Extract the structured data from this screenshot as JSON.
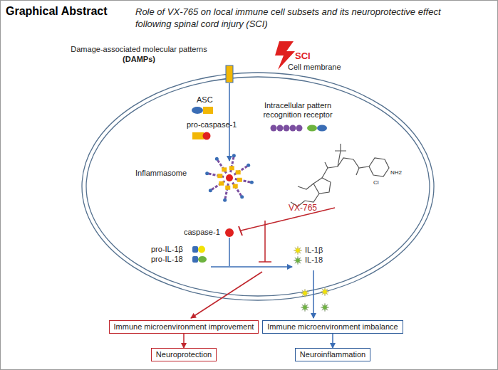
{
  "diagram": {
    "title": "Graphical Abstract",
    "caption": "Role of VX-765 on local immune cell subsets and its neuroprotective effect following spinal cord injury (SCI)",
    "nodes": [
      {
        "text": [
          "Immune microenvironment improvement"
        ]
      },
      {
        "text": [
          "Neuroprotection"
        ]
      },
      {
        "text": [
          "Immune microenvironment imbalance"
        ]
      },
      {
        "text": [
          "Neuroinflammation"
        ]
      }
    ],
    "edges": [
      {
        "from": 0,
        "to": 1,
        "arrow": "to"
      },
      {
        "from": 2,
        "to": 3,
        "arrow": "to"
      }
    ],
    "labels": [
      "Damage-associated molecular patterns",
      "(DAMPs)",
      "SCI",
      "Cell membrane",
      "ASC",
      "pro-caspase-1",
      "Intracellular pattern recognition receptor",
      "Inflammasome",
      "VX-765",
      "Cl",
      "NH2",
      "caspase-1",
      "pro-IL-1β",
      "pro-IL-18",
      "IL-1β",
      "IL-18"
    ]
  }
}
